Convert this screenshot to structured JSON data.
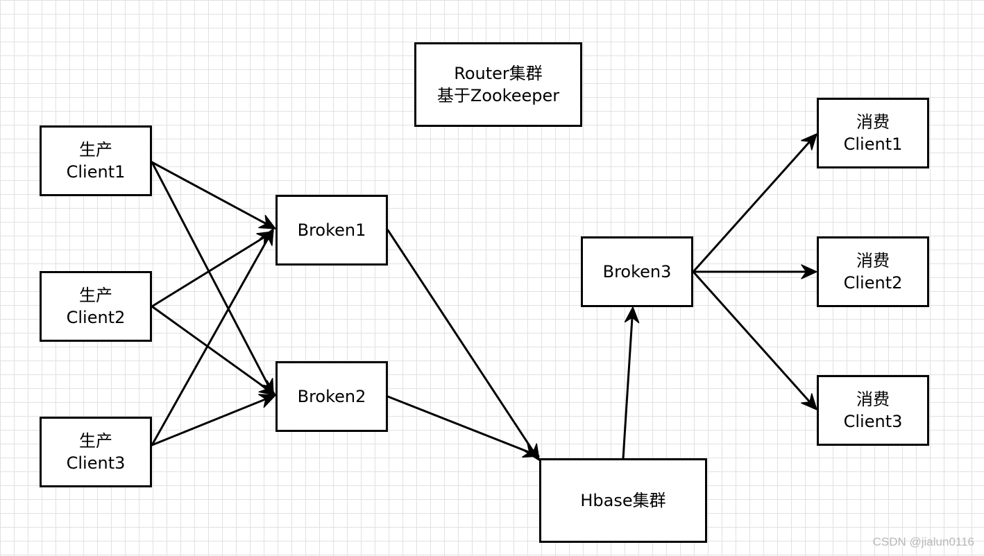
{
  "nodes": {
    "router": {
      "line1": "Router集群",
      "line2": "基于Zookeeper"
    },
    "producer1": {
      "line1": "生产",
      "line2": "Client1"
    },
    "producer2": {
      "line1": "生产",
      "line2": "Client2"
    },
    "producer3": {
      "line1": "生产",
      "line2": "Client3"
    },
    "broken1": {
      "line1": "Broken1"
    },
    "broken2": {
      "line1": "Broken2"
    },
    "broken3": {
      "line1": "Broken3"
    },
    "hbase": {
      "line1": "Hbase集群"
    },
    "consumer1": {
      "line1": "消费",
      "line2": "Client1"
    },
    "consumer2": {
      "line1": "消费",
      "line2": "Client2"
    },
    "consumer3": {
      "line1": "消费",
      "line2": "Client3"
    }
  },
  "edges": [
    {
      "from": "producer1",
      "to": "broken1"
    },
    {
      "from": "producer1",
      "to": "broken2"
    },
    {
      "from": "producer2",
      "to": "broken1"
    },
    {
      "from": "producer2",
      "to": "broken2"
    },
    {
      "from": "producer3",
      "to": "broken1"
    },
    {
      "from": "producer3",
      "to": "broken2"
    },
    {
      "from": "broken1",
      "to": "hbase"
    },
    {
      "from": "broken2",
      "to": "hbase"
    },
    {
      "from": "hbase",
      "to": "broken3"
    },
    {
      "from": "broken3",
      "to": "consumer1"
    },
    {
      "from": "broken3",
      "to": "consumer2"
    },
    {
      "from": "broken3",
      "to": "consumer3"
    }
  ],
  "watermark": "CSDN @jialun0116"
}
